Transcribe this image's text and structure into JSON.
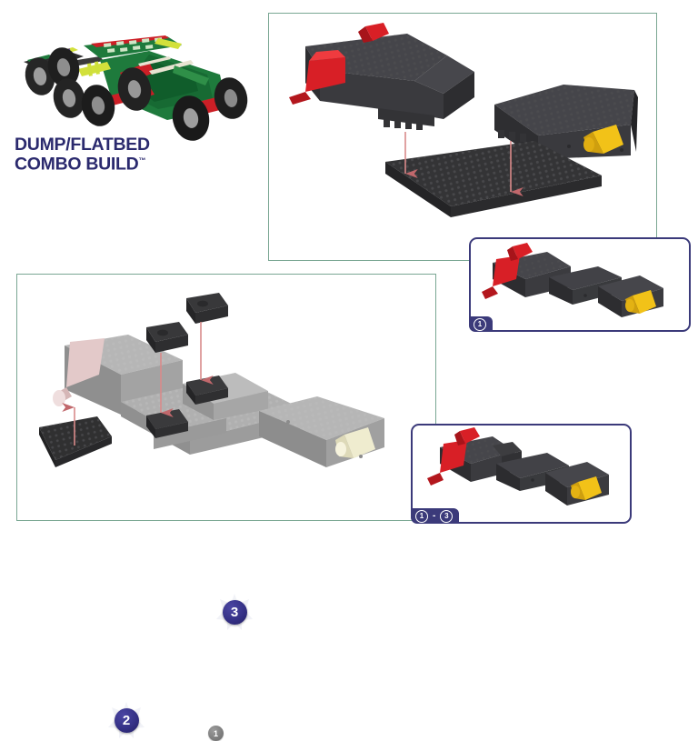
{
  "page": {
    "title_line1": "DUMP/FLATBED",
    "title_line2": "COMBO BUILD",
    "trademark": "™",
    "title_color": "#2b2a6e",
    "panel_border_color": "#7aa793",
    "inset_border_color": "#3b3a7a",
    "badge_color": "#353186",
    "arrow_color": "#d98a8a",
    "background": "#ffffff"
  },
  "hero": {
    "name": "dump-flatbed-combo-vehicle",
    "description": "Assembled green, red and black building-block truck with flatbed and trailer",
    "colors": [
      "#1e7a3c",
      "#cc1f26",
      "#2b2b2b",
      "#cfe03a",
      "#bfbfbf"
    ]
  },
  "panels": [
    {
      "id": "step1",
      "badge": "1",
      "badge_shape": "starburst",
      "parts": [
        {
          "name": "left-chassis-block-red-cone",
          "color": "#3a3a3c",
          "accent": "#d81f26"
        },
        {
          "name": "right-chassis-block-yellow-cone",
          "color": "#3a3a3c",
          "accent": "#f2c218"
        },
        {
          "name": "base-plate",
          "color": "#343436"
        }
      ],
      "arrows": [
        {
          "name": "assembly-arrow-left",
          "direction": "down"
        },
        {
          "name": "assembly-arrow-right",
          "direction": "down"
        }
      ]
    },
    {
      "id": "step23",
      "badges": [
        "2",
        "3"
      ],
      "subassembly_marker": "1",
      "parts": [
        {
          "name": "grey-chassis-assembly",
          "color": "#a8a8a8"
        },
        {
          "name": "black-base-plate",
          "color": "#303031"
        },
        {
          "name": "black-connector-brick-left",
          "color": "#303031"
        },
        {
          "name": "black-connector-brick-right",
          "color": "#303031"
        }
      ],
      "arrows": [
        {
          "name": "assembly-arrow-step2",
          "direction": "up"
        },
        {
          "name": "assembly-arrow-step3-left",
          "direction": "down"
        },
        {
          "name": "assembly-arrow-step3-right",
          "direction": "down"
        }
      ]
    }
  ],
  "insets": [
    {
      "id": "inset-1",
      "label_parts": [
        "1"
      ],
      "label_text": "1",
      "result": "completed-step-1-chassis"
    },
    {
      "id": "inset-13",
      "label_parts": [
        "1",
        "3"
      ],
      "separator": "-",
      "label_text": "1 - 3",
      "result": "completed-steps-1-to-3-chassis"
    }
  ]
}
